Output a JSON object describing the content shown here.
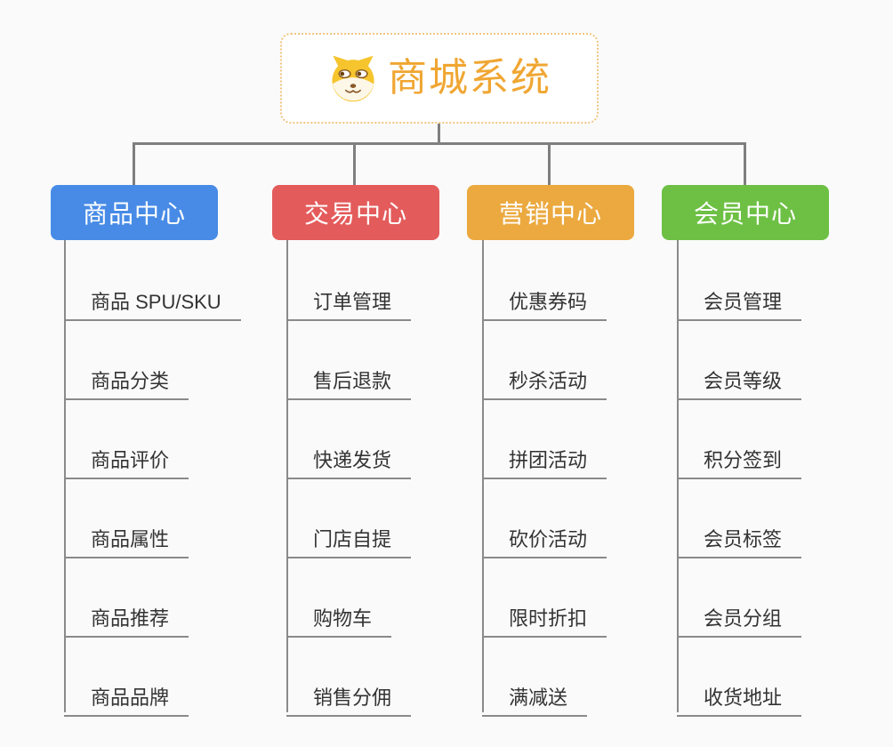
{
  "root": {
    "title": "商城系统",
    "icon": "dog-face-icon",
    "title_color": "#f0a632",
    "border_color": "#f2c581"
  },
  "connector_color": "#7f7f7f",
  "branches": [
    {
      "label": "商品中心",
      "color": "#478be6",
      "items": [
        "商品 SPU/SKU",
        "商品分类",
        "商品评价",
        "商品属性",
        "商品推荐",
        "商品品牌"
      ]
    },
    {
      "label": "交易中心",
      "color": "#e45b5b",
      "items": [
        "订单管理",
        "售后退款",
        "快递发货",
        "门店自提",
        "购物车",
        "销售分佣"
      ]
    },
    {
      "label": "营销中心",
      "color": "#eba93f",
      "items": [
        "优惠券码",
        "秒杀活动",
        "拼团活动",
        "砍价活动",
        "限时折扣",
        "满减送"
      ]
    },
    {
      "label": "会员中心",
      "color": "#6dc044",
      "items": [
        "会员管理",
        "会员等级",
        "积分签到",
        "会员标签",
        "会员分组",
        "收货地址"
      ]
    }
  ]
}
